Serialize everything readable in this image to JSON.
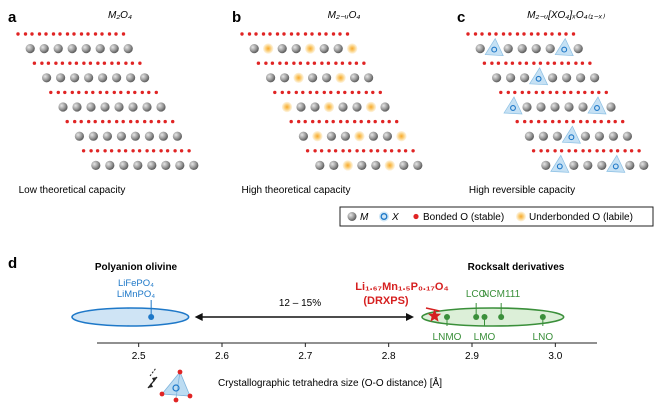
{
  "panels": [
    {
      "letter": "a",
      "title": "M₂O₄",
      "caption": "Low theoretical capacity"
    },
    {
      "letter": "b",
      "title": "M₂₋ᵤO₄",
      "caption": "High theoretical capacity"
    },
    {
      "letter": "c",
      "title": "M₂₋ᵤ[XO₄]ₓO₄₍₁₋ₓ₎",
      "caption": "High reversible capacity"
    }
  ],
  "legend": {
    "items": [
      {
        "label": "M",
        "marker": "gray-sphere"
      },
      {
        "label": "X",
        "marker": "blue-ring"
      },
      {
        "label": "Bonded O (stable)",
        "marker": "red-dot"
      },
      {
        "label": "Underbonded O (labile)",
        "marker": "orange-dot"
      }
    ]
  },
  "panel_d": {
    "letter": "d",
    "left_title": "Polyanion olivine",
    "right_title": "Rocksalt derivatives",
    "olivine_labels": [
      "LiFePO₄",
      "LiMnPO₄"
    ],
    "gap_label": "12 – 15%",
    "highlight": {
      "line1": "Li₁.₆₇Mn₁.₅P₀.₁₇O₄",
      "line2": "(DRXPS)",
      "value": 2.855
    },
    "xlabel": "Crystallographic tetrahedra size (O-O distance) [Å]",
    "axis": {
      "min": 2.45,
      "max": 3.05,
      "ticks": [
        2.5,
        2.6,
        2.7,
        2.8,
        2.9,
        3.0
      ],
      "tick_labels": [
        "2.5",
        "2.6",
        "2.7",
        "2.8",
        "2.9",
        "3.0"
      ]
    },
    "olivine_point": {
      "value": 2.515
    },
    "olivine_range": [
      2.42,
      2.56
    ],
    "rocksalt_range": [
      2.84,
      3.01
    ],
    "rocksalt_points": [
      {
        "label": "LNMO",
        "value": 2.87,
        "label_pos": "below"
      },
      {
        "label": "LCO",
        "value": 2.905,
        "label_pos": "above"
      },
      {
        "label": "LMO",
        "value": 2.915,
        "label_pos": "below"
      },
      {
        "label": "NCM111",
        "value": 2.935,
        "label_pos": "above"
      },
      {
        "label": "LNO",
        "value": 2.985,
        "label_pos": "below"
      }
    ]
  },
  "colors": {
    "oxygen": "#e02424",
    "metal": "#9a9a9a",
    "underbonded": "#f6b83c",
    "polyanion": "#1e78c8",
    "rocksalt": "#3a8f3a",
    "highlight": "#d62020"
  }
}
